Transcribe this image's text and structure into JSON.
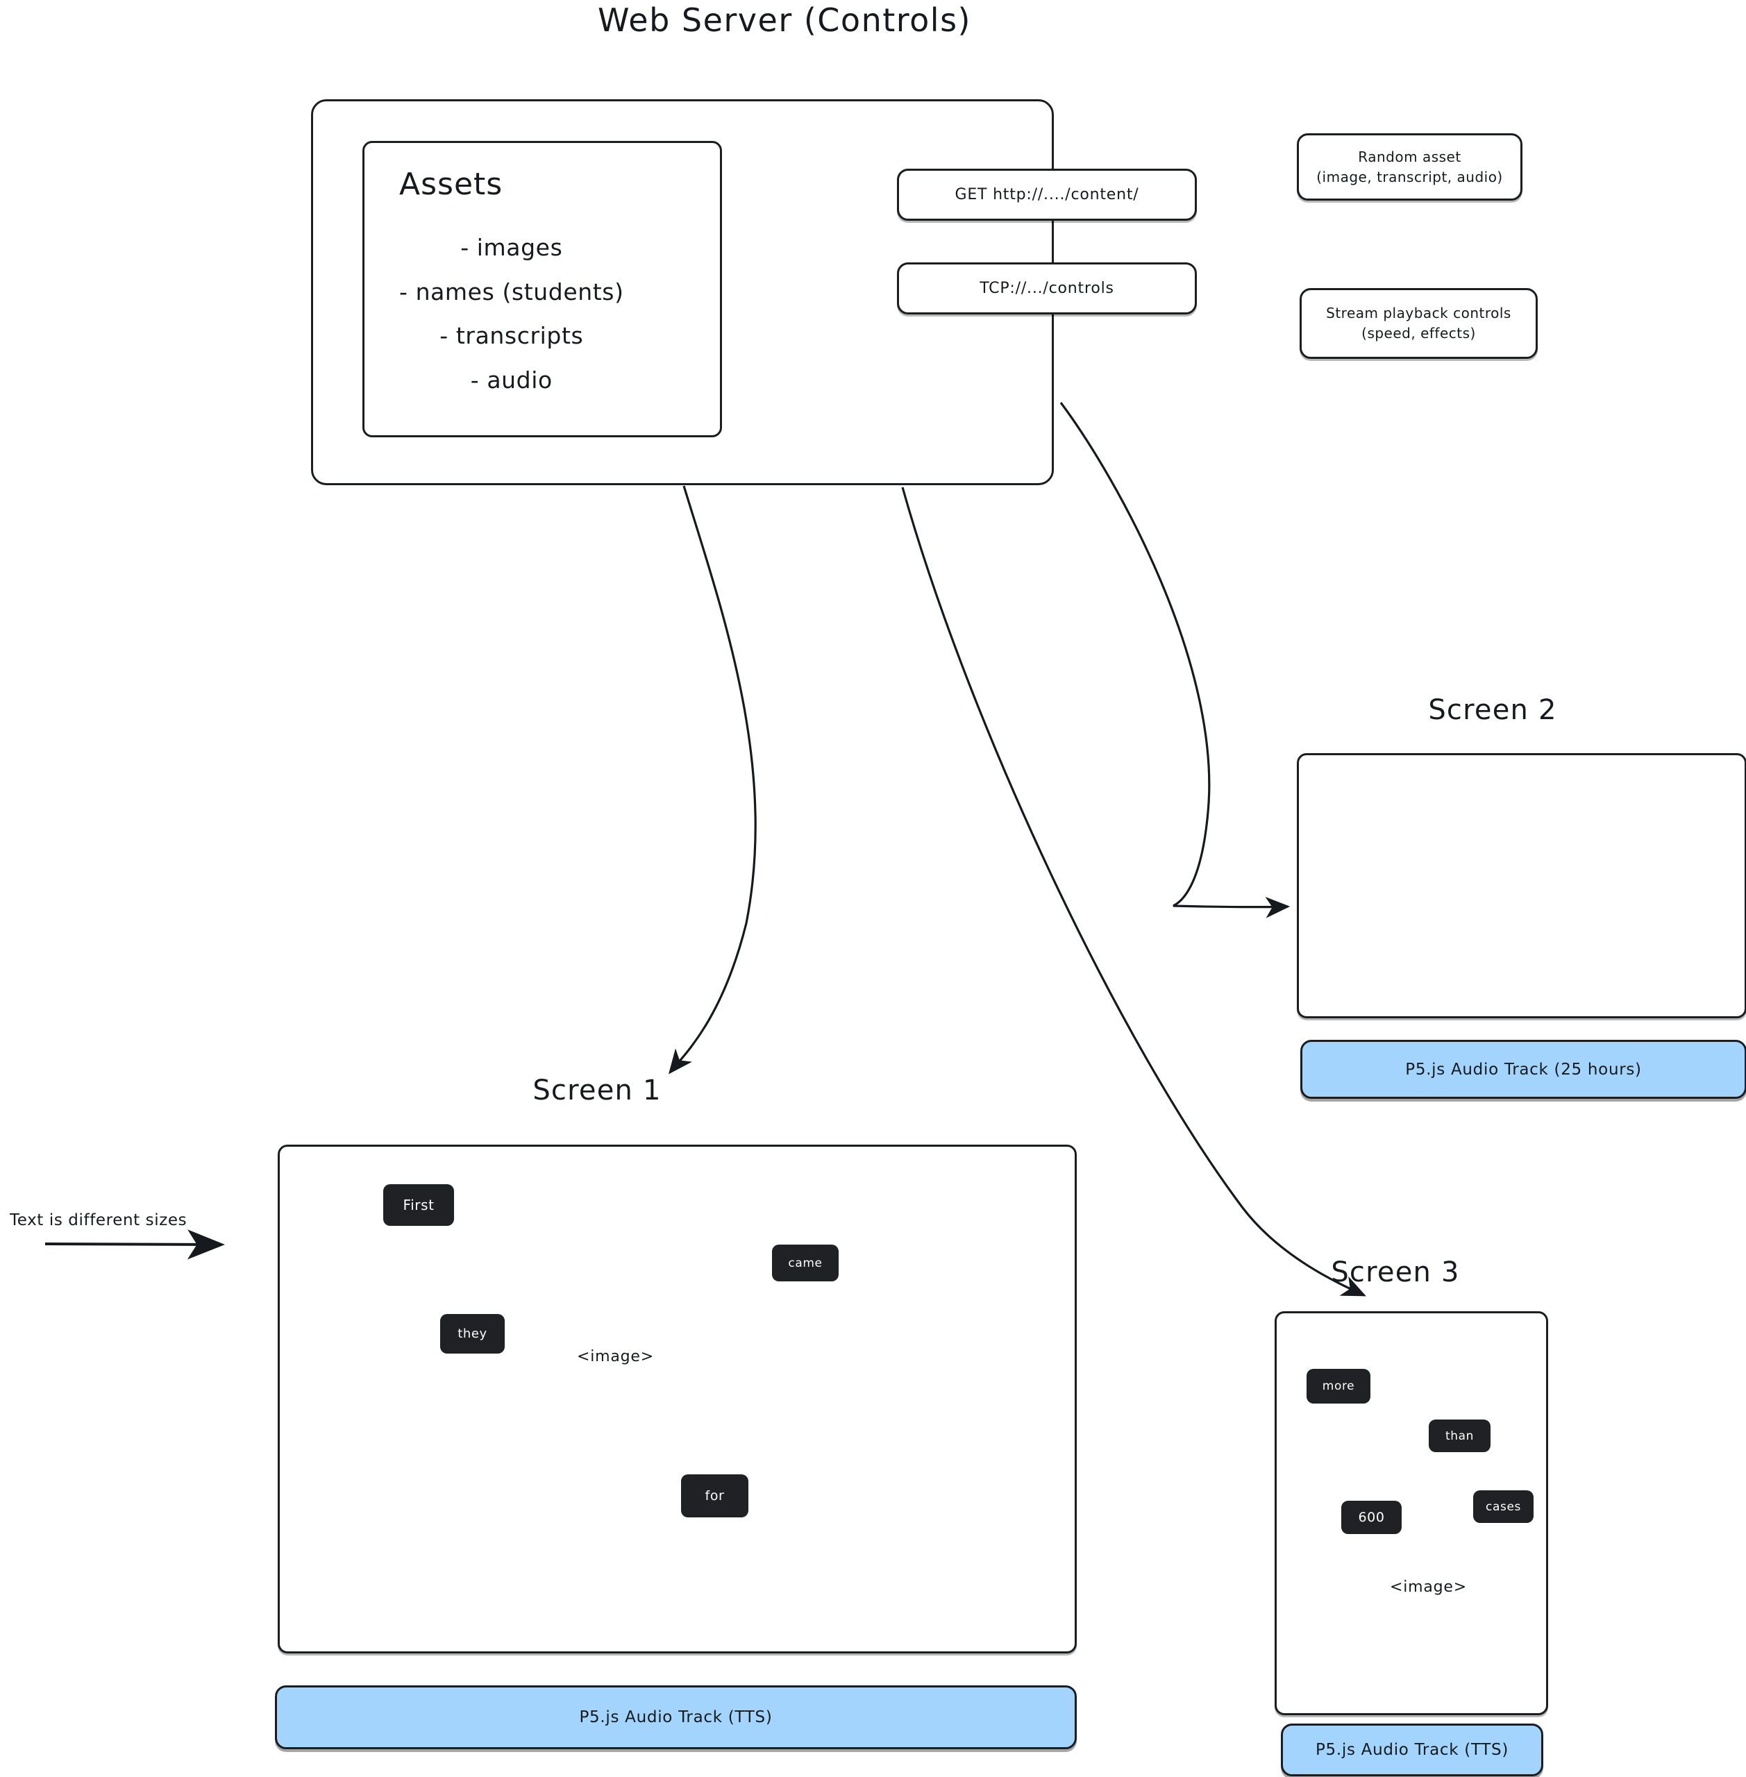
{
  "diagram": {
    "title": "Web Server (Controls)",
    "server": {
      "assets_title": "Assets",
      "assets_items": [
        "- images",
        "- names (students)",
        "- transcripts",
        "- audio"
      ],
      "endpoints": [
        {
          "label": "GET http://..../content/"
        },
        {
          "label": "TCP://.../controls"
        }
      ]
    },
    "callouts": [
      {
        "label": "Random asset\n(image, transcript, audio)",
        "line1": "Random asset",
        "line2": "(image, transcript, audio)"
      },
      {
        "label": "Stream playback controls\n(speed, effects)",
        "line1": "Stream playback controls",
        "line2": "(speed, effects)"
      }
    ],
    "annotation": {
      "text": "Text is different sizes"
    },
    "screens": [
      {
        "title": "Screen 1",
        "image_placeholder": "<image>",
        "audio_label": "P5.js Audio Track (TTS)",
        "chips": [
          {
            "text": "First",
            "size": 20
          },
          {
            "text": "came",
            "size": 17
          },
          {
            "text": "they",
            "size": 18
          },
          {
            "text": "for",
            "size": 19
          }
        ]
      },
      {
        "title": "Screen 2",
        "image_placeholder": "",
        "audio_label": "P5.js Audio Track (25 hours)",
        "chips": []
      },
      {
        "title": "Screen 3",
        "image_placeholder": "<image>",
        "audio_label": "P5.js Audio Track (TTS)",
        "chips": [
          {
            "text": "more",
            "size": 17
          },
          {
            "text": "than",
            "size": 17
          },
          {
            "text": "600",
            "size": 19
          },
          {
            "text": "cases",
            "size": 17
          }
        ]
      }
    ],
    "colors": {
      "stroke": "#1b1d21",
      "chip_bg": "#1f2124",
      "chip_text": "#ffffff",
      "audio_bar": "#a3d4fd",
      "background": "#ffffff"
    }
  }
}
